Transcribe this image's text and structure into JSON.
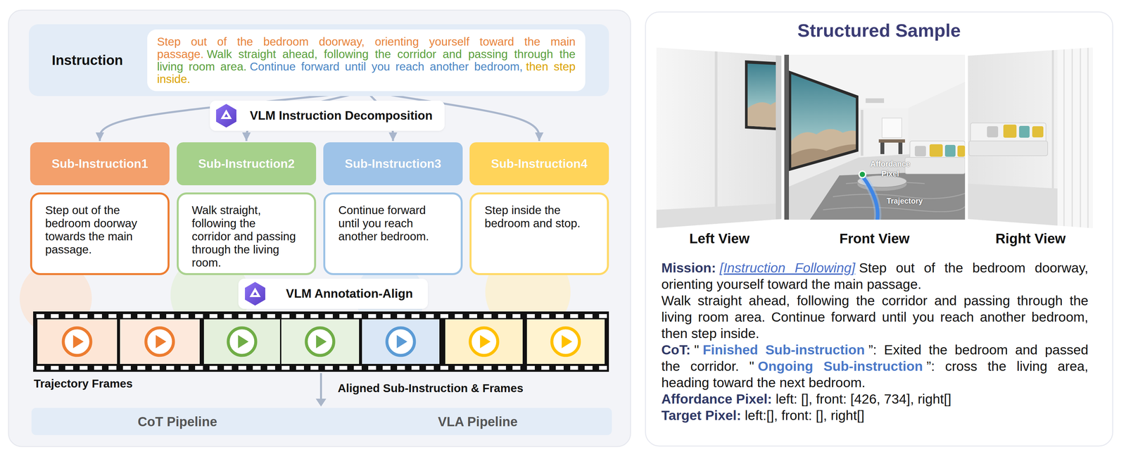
{
  "diagram": {
    "nodes": [
      {
        "text": [
          "Instruction"
        ]
      },
      {
        "text": [
          "Step out of the bedroom doorway, orienting yourself toward the main passage.",
          "Walk straight ahead, following the corridor and passing through the living room area.",
          "Continue forward until you reach another bedroom,",
          "then step inside."
        ],
        "in": 0
      },
      {
        "text": [
          "VLM Instruction Decomposition"
        ]
      },
      {
        "text": [
          "Sub-Instruction1"
        ]
      },
      {
        "text": [
          "Sub-Instruction2"
        ]
      },
      {
        "text": [
          "Sub-Instruction3"
        ]
      },
      {
        "text": [
          "Sub-Instruction4"
        ]
      },
      {
        "text": [
          "Step out of the bedroom doorway towards the main passage."
        ]
      },
      {
        "text": [
          "Walk straight, following the corridor and passing through the living room."
        ]
      },
      {
        "text": [
          "Continue forward until you reach another bedroom."
        ]
      },
      {
        "text": [
          "Step inside the bedroom and stop."
        ]
      },
      {
        "text": [
          "VLM Annotation-Align"
        ]
      },
      {
        "text": [
          "CoT Pipeline",
          "VLA Pipeline"
        ]
      },
      {
        "text": [
          "Structured Sample"
        ]
      }
    ],
    "edges": [
      {
        "from": 1,
        "to": 3,
        "arrow": "to"
      },
      {
        "from": 1,
        "to": 4,
        "arrow": "to"
      },
      {
        "from": 1,
        "to": 5,
        "arrow": "to"
      },
      {
        "from": 1,
        "to": 6,
        "arrow": "to"
      }
    ],
    "labels": [
      "Trajectory Frames",
      "Aligned Sub-Instruction & Frames",
      "Affordance Pixel",
      "Trajectory",
      "Left View",
      "Front View",
      "Right View",
      "Mission:",
      "[Instruction Following]",
      "Step out of the bedroom doorway, orienting yourself toward the main passage.",
      "Walk straight ahead, following the corridor and passing through the living room area. Continue forward until you reach another bedroom, then step inside.",
      "CoT:",
      "\"",
      "Finished Sub-instruction",
      "”: Exited the bedroom and passed the corridor. \"",
      "Ongoing Sub-instruction",
      "”: cross the living area, heading toward the next bedroom.",
      "Affordance Pixel:",
      "left: [], front: [426, 734], right[]",
      "Target Pixel:",
      "left:[], front: [], right[]"
    ]
  }
}
